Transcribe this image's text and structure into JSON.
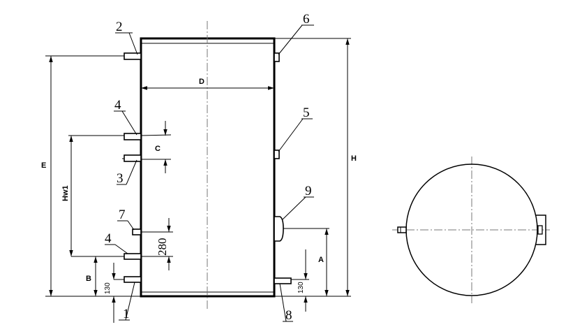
{
  "callouts": {
    "c1": "1",
    "c2": "2",
    "c3": "3",
    "c4a": "4",
    "c4b": "4",
    "c5": "5",
    "c6": "6",
    "c7": "7",
    "c8": "8",
    "c9": "9"
  },
  "dimensions": {
    "D": "D",
    "E": "E",
    "H": "H",
    "Hw1": "Hw1",
    "C": "C",
    "A": "A",
    "B": "B",
    "d280": "280",
    "d130_left": "130",
    "d130_right": "130"
  }
}
